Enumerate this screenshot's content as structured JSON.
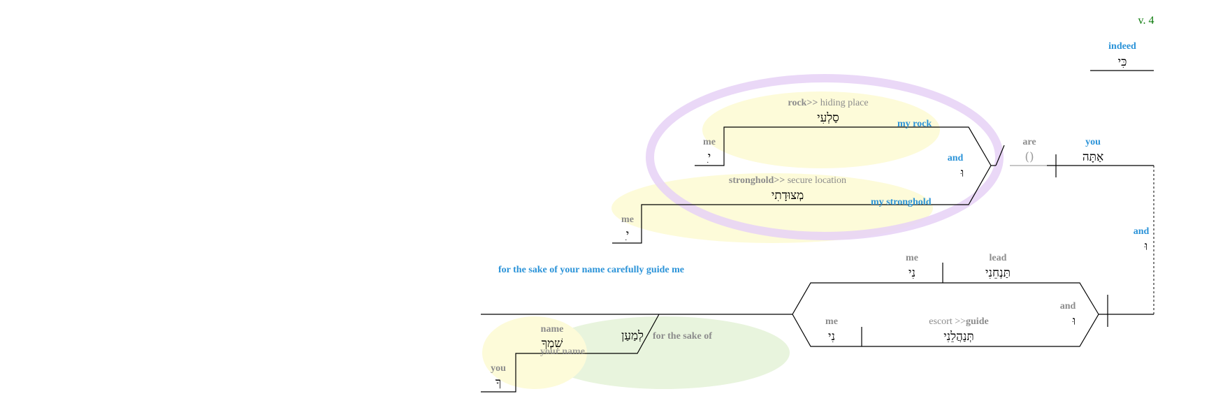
{
  "verse": "v. 4",
  "kiy": {
    "gloss": "indeed",
    "heb": "כִּי"
  },
  "subject": {
    "gloss": "you",
    "heb": "אַתָּה"
  },
  "verb": {
    "gloss": "are",
    "heb": "()"
  },
  "conj_top": {
    "gloss": "and",
    "heb": "וּ"
  },
  "rock": {
    "gloss_bold": "rock>>",
    "gloss_plain": " hiding place",
    "heb": "סַלְעִי",
    "label": "my rock"
  },
  "rock_me": {
    "gloss": "me",
    "heb": "ִי"
  },
  "stronghold": {
    "gloss_bold": "stronghold>>",
    "gloss_plain": " secure location",
    "heb": "מְצוּדָתִי",
    "label": "my stronghold"
  },
  "stronghold_me": {
    "gloss": "me",
    "heb": "ִי"
  },
  "conj_right": {
    "gloss": "and",
    "heb": "וּ"
  },
  "translation": "for the sake of your name carefully guide me",
  "lead": {
    "gloss": "lead",
    "heb": "תַּנְחֵנִי",
    "obj_gloss": "me",
    "obj_heb": "נִי"
  },
  "guide": {
    "gloss_plain": "escort >>",
    "gloss_bold": "guide",
    "heb": "תְּנַהֲלֵנִי",
    "obj_gloss": "me",
    "obj_heb": "נִי"
  },
  "conj_lower": {
    "gloss": "and",
    "heb": "וּ"
  },
  "forsake": {
    "gloss": "for the sake of",
    "heb": "לְמַעַן"
  },
  "name": {
    "gloss": "name",
    "heb": "שִׁמְךָ",
    "label": "your name"
  },
  "you_suffix": {
    "gloss": "you",
    "heb": "ךָ"
  },
  "colors": {
    "blue": "#2b93d8",
    "gray": "#8c8c8c",
    "green": "#0a7a0a",
    "yellow": "#fdfbd9",
    "lightgreen": "#e8f4dd",
    "lavender": "#e6d1f6"
  }
}
